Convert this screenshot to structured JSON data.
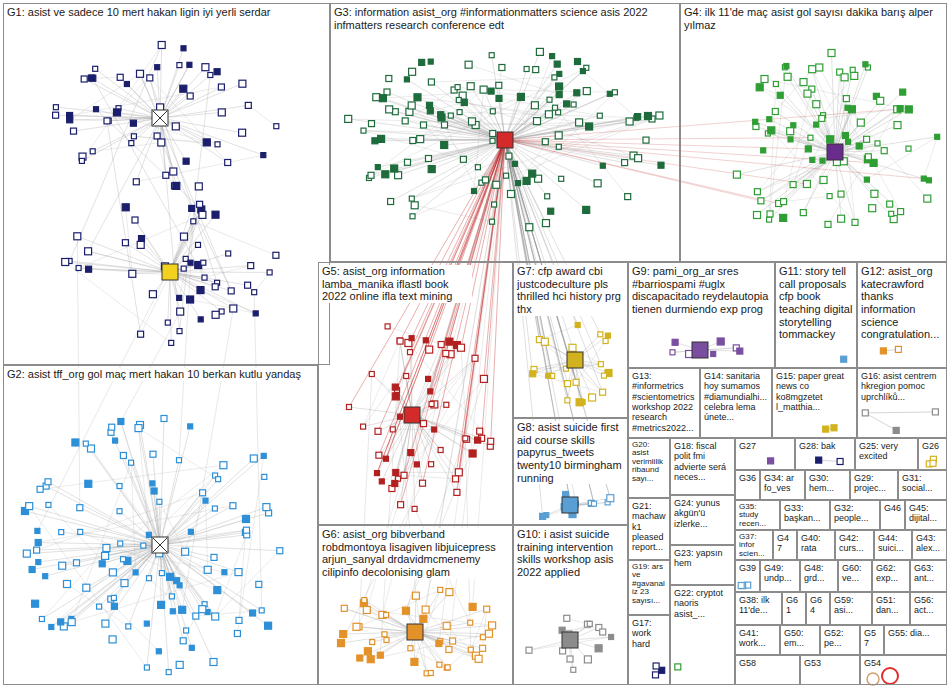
{
  "diagram": {
    "nodes": [
      {
        "text": [
          "G1: asist ve sadece 10 mert hakan ligin iyi yerli serdar"
        ]
      },
      {
        "text": [
          "G3: information asist_org #informationmatters science asis 2022 infmatters research conference edt"
        ]
      },
      {
        "text": [
          "G4: ilk 11'de maç asist gol sayısı dakika barış alper yılmaz"
        ]
      },
      {
        "text": [
          "G5: asist_org information lamba_manika iflastl book 2022 online ifla text mining"
        ]
      },
      {
        "text": [
          "G7: cfp award cbi justcodeculture pls thrilled hci history prg thx"
        ]
      },
      {
        "text": [
          "G9: pami_org_ar sres #barriospami #uglx discapacitado reydelautopia tienen durmiendo exp prog"
        ]
      },
      {
        "text": [
          "G11: story tell call proposals cfp book teaching digital storytelling tommackey"
        ]
      },
      {
        "text": [
          "G12: asist_org katecrawford thanks information science congratulation..."
        ]
      },
      {
        "text": [
          "G13: #informetrics #scientometrics workshop 2022 research #metrics2022..."
        ]
      },
      {
        "text": [
          "G14: sanitaria hoy sumamos #diamundialhi... celebra lema únete..."
        ]
      },
      {
        "text": [
          "G15: paper great news co ko8mgzetet l_matthia..."
        ]
      },
      {
        "text": [
          "G16: asist centrem hkregion pomoc uprchlíků..."
        ]
      },
      {
        "text": [
          "G8: asist suicide first aid course skills papyrus_tweets twenty10 birmingham running"
        ]
      },
      {
        "text": [
          "G20: asist verimlilik ribaund sayı..."
        ]
      },
      {
        "text": [
          "G18: fiscal polit fmi advierte será neces..."
        ]
      },
      {
        "text": [
          "G27"
        ]
      },
      {
        "text": [
          "G28: bak"
        ]
      },
      {
        "text": [
          "G25: very excited"
        ]
      },
      {
        "text": [
          "G26"
        ]
      },
      {
        "text": [
          "G36"
        ]
      },
      {
        "text": [
          "G34: ar fo_ves"
        ]
      },
      {
        "text": [
          "G30: hem..."
        ]
      },
      {
        "text": [
          "G29: projec..."
        ]
      },
      {
        "text": [
          "G31: social..."
        ]
      },
      {
        "text": [
          "G21: machawk1 pleased report..."
        ]
      },
      {
        "text": [
          "G24: yunus akgün'ü izlerke..."
        ]
      },
      {
        "text": [
          "G35: study recen..."
        ]
      },
      {
        "text": [
          "G33: başkan..."
        ]
      },
      {
        "text": [
          "G32: people..."
        ]
      },
      {
        "text": [
          "G46"
        ]
      },
      {
        "text": [
          "G45: dijital..."
        ]
      },
      {
        "text": [
          "G37: infor scien..."
        ]
      },
      {
        "text": [
          "G47"
        ]
      },
      {
        "text": [
          "G40: rata"
        ]
      },
      {
        "text": [
          "G42: curs..."
        ]
      },
      {
        "text": [
          "G44: suici..."
        ]
      },
      {
        "text": [
          "G43: alex..."
        ]
      },
      {
        "text": [
          "G2: asist tff_org gol maç mert hakan 10 berkan kutlu yandaş"
        ]
      },
      {
        "text": [
          "G6: asist_org bibverband robdmontoya lisagiven libjuicepress arjun_sanyal drdavidmcmenemy cilipinfo decolonising glam"
        ]
      },
      {
        "text": [
          "G10: i asist suicide training intervention skills workshop asis 2022 applied"
        ]
      },
      {
        "text": [
          "G19: ars ve #gavanaliz 23 sayısı..."
        ]
      },
      {
        "text": [
          "G23: yapsın hem"
        ]
      },
      {
        "text": [
          "G39"
        ]
      },
      {
        "text": [
          "G49: undp..."
        ]
      },
      {
        "text": [
          "G48: grd..."
        ]
      },
      {
        "text": [
          "G60: ve..."
        ]
      },
      {
        "text": [
          "G62: exp..."
        ]
      },
      {
        "text": [
          "G63: ant..."
        ]
      },
      {
        "text": [
          "G22: cryptot naoris asist_..."
        ]
      },
      {
        "text": [
          "G38: ilk 11'de..."
        ]
      },
      {
        "text": [
          "G61"
        ]
      },
      {
        "text": [
          "G64"
        ]
      },
      {
        "text": [
          "G59: asi..."
        ]
      },
      {
        "text": [
          "G51: dan..."
        ]
      },
      {
        "text": [
          "G56: act..."
        ]
      },
      {
        "text": [
          "G17: work hard"
        ]
      },
      {
        "text": [
          "G41: work..."
        ]
      },
      {
        "text": [
          "G50: em..."
        ]
      },
      {
        "text": [
          "G52: pe..."
        ]
      },
      {
        "text": [
          "G57"
        ]
      },
      {
        "text": [
          "G55: dia..."
        ]
      },
      {
        "text": [
          "G58"
        ]
      },
      {
        "text": [
          "G53"
        ]
      },
      {
        "text": [
          "G54"
        ]
      }
    ]
  }
}
